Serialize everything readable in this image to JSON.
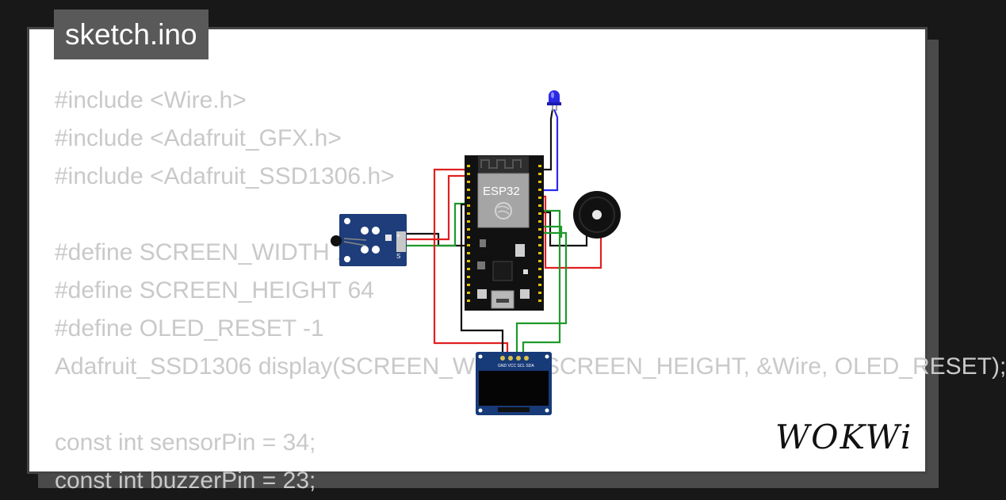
{
  "file_tab": {
    "title": "sketch.ino"
  },
  "code": {
    "lines": [
      "#include <Wire.h>",
      "#include <Adafruit_GFX.h>",
      "#include <Adafruit_SSD1306.h>",
      "",
      "#define SCREEN_WIDTH 128",
      "#define SCREEN_HEIGHT 64",
      "#define OLED_RESET -1",
      "Adafruit_SSD1306 display(SCREEN_WIDTH, SCREEN_HEIGHT, &Wire, OLED_RESET);",
      "",
      "const int sensorPin = 34;",
      "const int buzzerPin = 23;"
    ]
  },
  "diagram": {
    "mcu_label": "ESP32",
    "sensor_pin_labels": [
      "+",
      "S"
    ],
    "oled_pin_labels": "GND VCC SCL SDA",
    "components": [
      "blue-led",
      "esp32-board",
      "temperature-sensor-module",
      "buzzer",
      "oled-display"
    ],
    "wire_colors": {
      "power": "#e02020",
      "ground": "#111111",
      "signal": "#1f9a2a",
      "led": "#2a2af0"
    }
  },
  "brand": {
    "logo_text": "WOKWi"
  }
}
